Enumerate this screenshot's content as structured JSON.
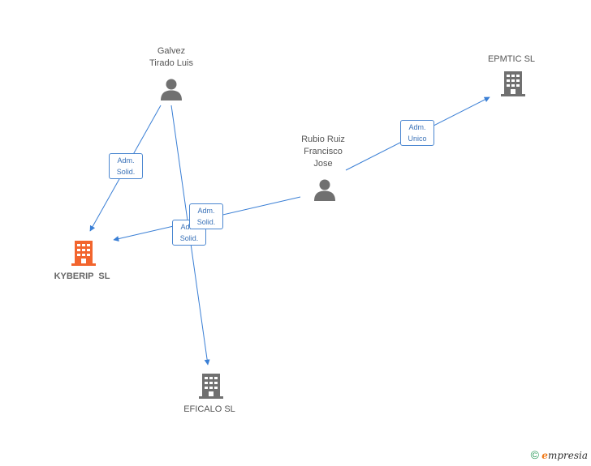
{
  "colors": {
    "edge": "#3a7fd5",
    "person": "#707070",
    "company": "#707070",
    "company_main": "#f2652e"
  },
  "nodes": {
    "galvez": {
      "label": "Galvez\nTirado Luis",
      "icon": "person-icon"
    },
    "rubio": {
      "label": "Rubio Ruiz\nFrancisco\nJose",
      "icon": "person-icon"
    },
    "epmtic": {
      "label": "EPMTIC SL",
      "icon": "building-icon"
    },
    "kyberip": {
      "label": "KYBERIP  SL",
      "icon": "building-icon"
    },
    "eficalo": {
      "label": "EFICALO SL",
      "icon": "building-icon"
    }
  },
  "edges": {
    "galvez_kyberip": "Adm.\nSolid.",
    "galvez_eficalo": "Adm.\nSolid.",
    "rubio_kyberip": "Adm.\nSolid.",
    "rubio_epmtic": "Adm.\nUnico"
  },
  "footer": {
    "copyright_symbol": "©",
    "brand_first": "e",
    "brand_rest": "mpresia"
  }
}
